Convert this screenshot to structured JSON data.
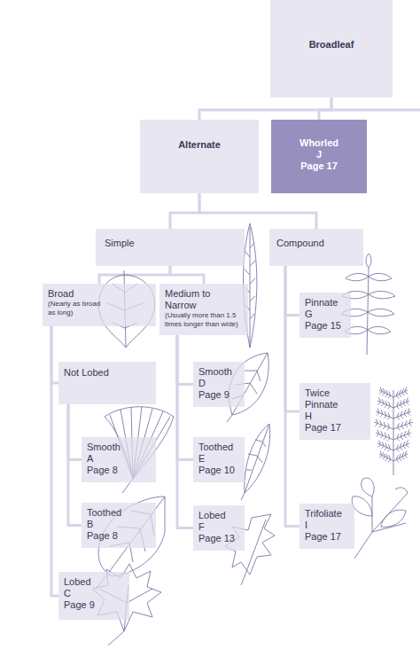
{
  "diagram": {
    "nodes": [
      {
        "text": [
          "Broadleaf"
        ]
      },
      {
        "text": [
          "Alternate"
        ]
      },
      {
        "text": [
          "Whorled",
          "J",
          "Page 17"
        ]
      },
      {
        "text": [
          "Simple"
        ]
      },
      {
        "text": [
          "Compound"
        ]
      },
      {
        "text": [
          "Broad",
          "(Nearly as broad as long)"
        ]
      },
      {
        "text": [
          "Medium to Narrow",
          "(Usually more than 1.5 times longer than wide)"
        ]
      },
      {
        "text": [
          "Not Lobed"
        ]
      },
      {
        "text": [
          "Smooth",
          "A",
          "Page 8"
        ]
      },
      {
        "text": [
          "Toothed",
          "B",
          "Page 8"
        ]
      },
      {
        "text": [
          "Lobed",
          "C",
          "Page 9"
        ]
      },
      {
        "text": [
          "Smooth",
          "D",
          "Page 9"
        ]
      },
      {
        "text": [
          "Toothed",
          "E",
          "Page 10"
        ]
      },
      {
        "text": [
          "Lobed",
          "F",
          "Page 13"
        ]
      },
      {
        "text": [
          "Pinnate",
          "G",
          "Page 15"
        ]
      },
      {
        "text": [
          "Twice Pinnate",
          "H",
          "Page 17"
        ]
      },
      {
        "text": [
          "Trifoliate",
          "I",
          "Page 17"
        ]
      }
    ],
    "edges": [
      {
        "from": 0,
        "to": 1,
        "arrow": "none"
      },
      {
        "from": 0,
        "to": 2,
        "arrow": "none"
      },
      {
        "from": 1,
        "to": 3,
        "arrow": "none"
      },
      {
        "from": 1,
        "to": 4,
        "arrow": "none"
      },
      {
        "from": 3,
        "to": 5,
        "arrow": "none"
      },
      {
        "from": 3,
        "to": 6,
        "arrow": "none"
      },
      {
        "from": 5,
        "to": 7,
        "arrow": "none"
      },
      {
        "from": 7,
        "to": 8,
        "arrow": "none"
      },
      {
        "from": 7,
        "to": 9,
        "arrow": "none"
      },
      {
        "from": 5,
        "to": 10,
        "arrow": "none"
      },
      {
        "from": 6,
        "to": 11,
        "arrow": "none"
      },
      {
        "from": 6,
        "to": 12,
        "arrow": "none"
      },
      {
        "from": 6,
        "to": 13,
        "arrow": "none"
      },
      {
        "from": 4,
        "to": 14,
        "arrow": "none"
      },
      {
        "from": 4,
        "to": 15,
        "arrow": "none"
      },
      {
        "from": 4,
        "to": 16,
        "arrow": "none"
      }
    ]
  }
}
